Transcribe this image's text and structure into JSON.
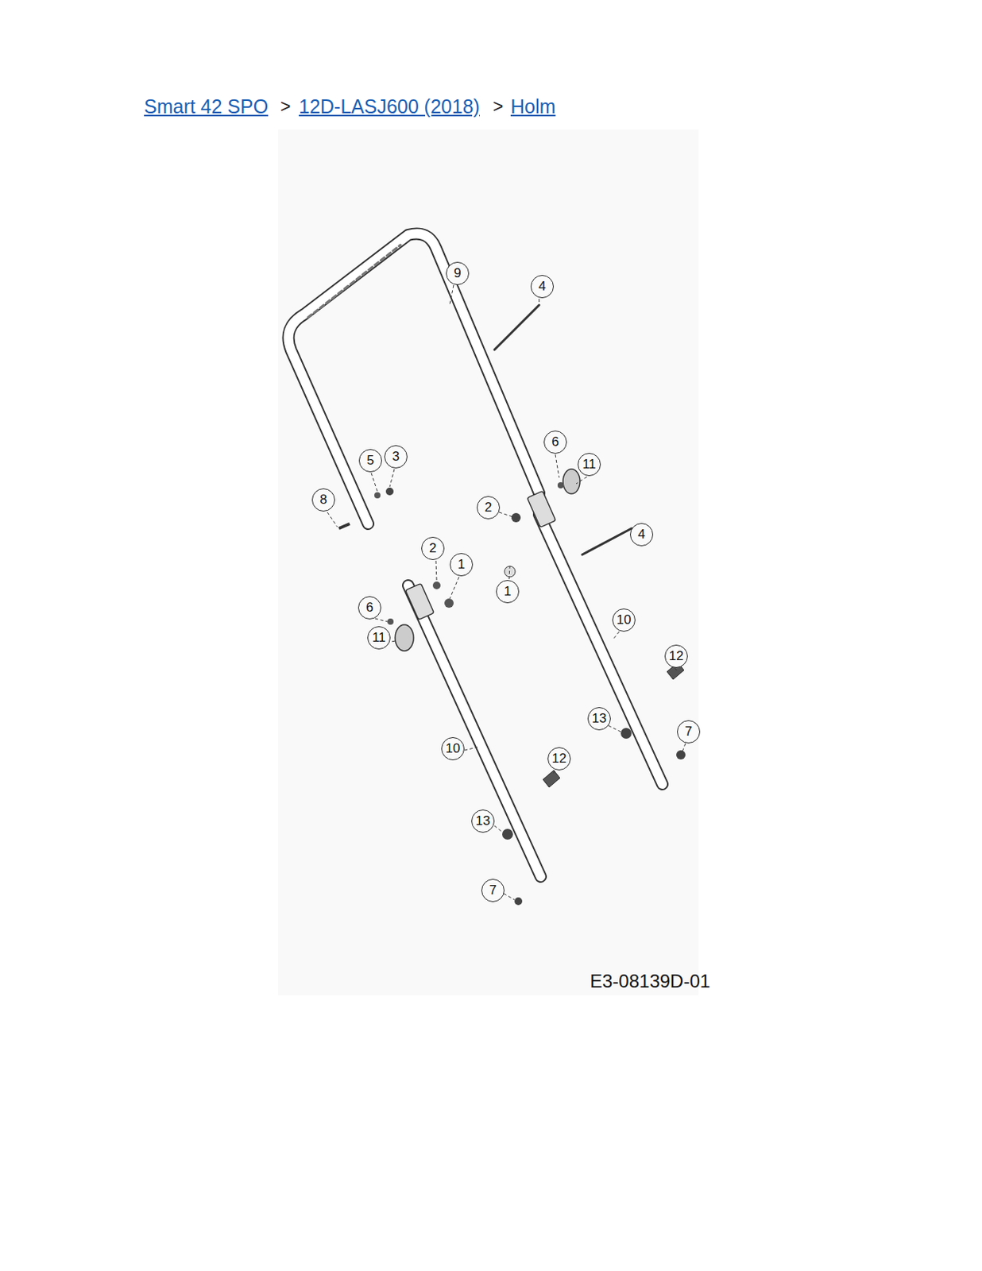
{
  "diagram": {
    "labels": [
      "Smart 42 SPO",
      ">",
      "12D-LASJ600 (2018)",
      ">",
      "Holm",
      "9",
      "4",
      "6",
      "11",
      "5",
      "3",
      "8",
      "2",
      "4",
      "2",
      "1",
      "1",
      "6",
      "11",
      "10",
      "12",
      "13",
      "7",
      "10",
      "12",
      "13",
      "7",
      "E3-08139D-01"
    ]
  }
}
